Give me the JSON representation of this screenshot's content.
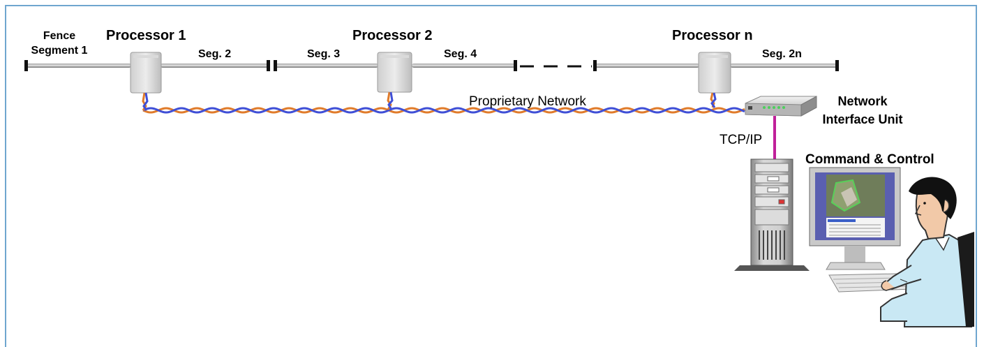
{
  "labels": {
    "fence_segment_line1": "Fence",
    "fence_segment_line2": "Segment 1",
    "processor_1": "Processor 1",
    "processor_2": "Processor 2",
    "processor_n": "Processor n",
    "seg_2": "Seg. 2",
    "seg_3": "Seg. 3",
    "seg_4": "Seg. 4",
    "seg_2n": "Seg. 2n",
    "network": "Proprietary Network",
    "niu_line1": "Network",
    "niu_line2": "Interface Unit",
    "tcpip": "TCP/IP",
    "command_control": "Command & Control"
  },
  "colors": {
    "frame": "#6fa6cf",
    "cable_orange": "#e07b2a",
    "cable_blue": "#3f4fd6",
    "tcpip_link": "#c0209a"
  }
}
